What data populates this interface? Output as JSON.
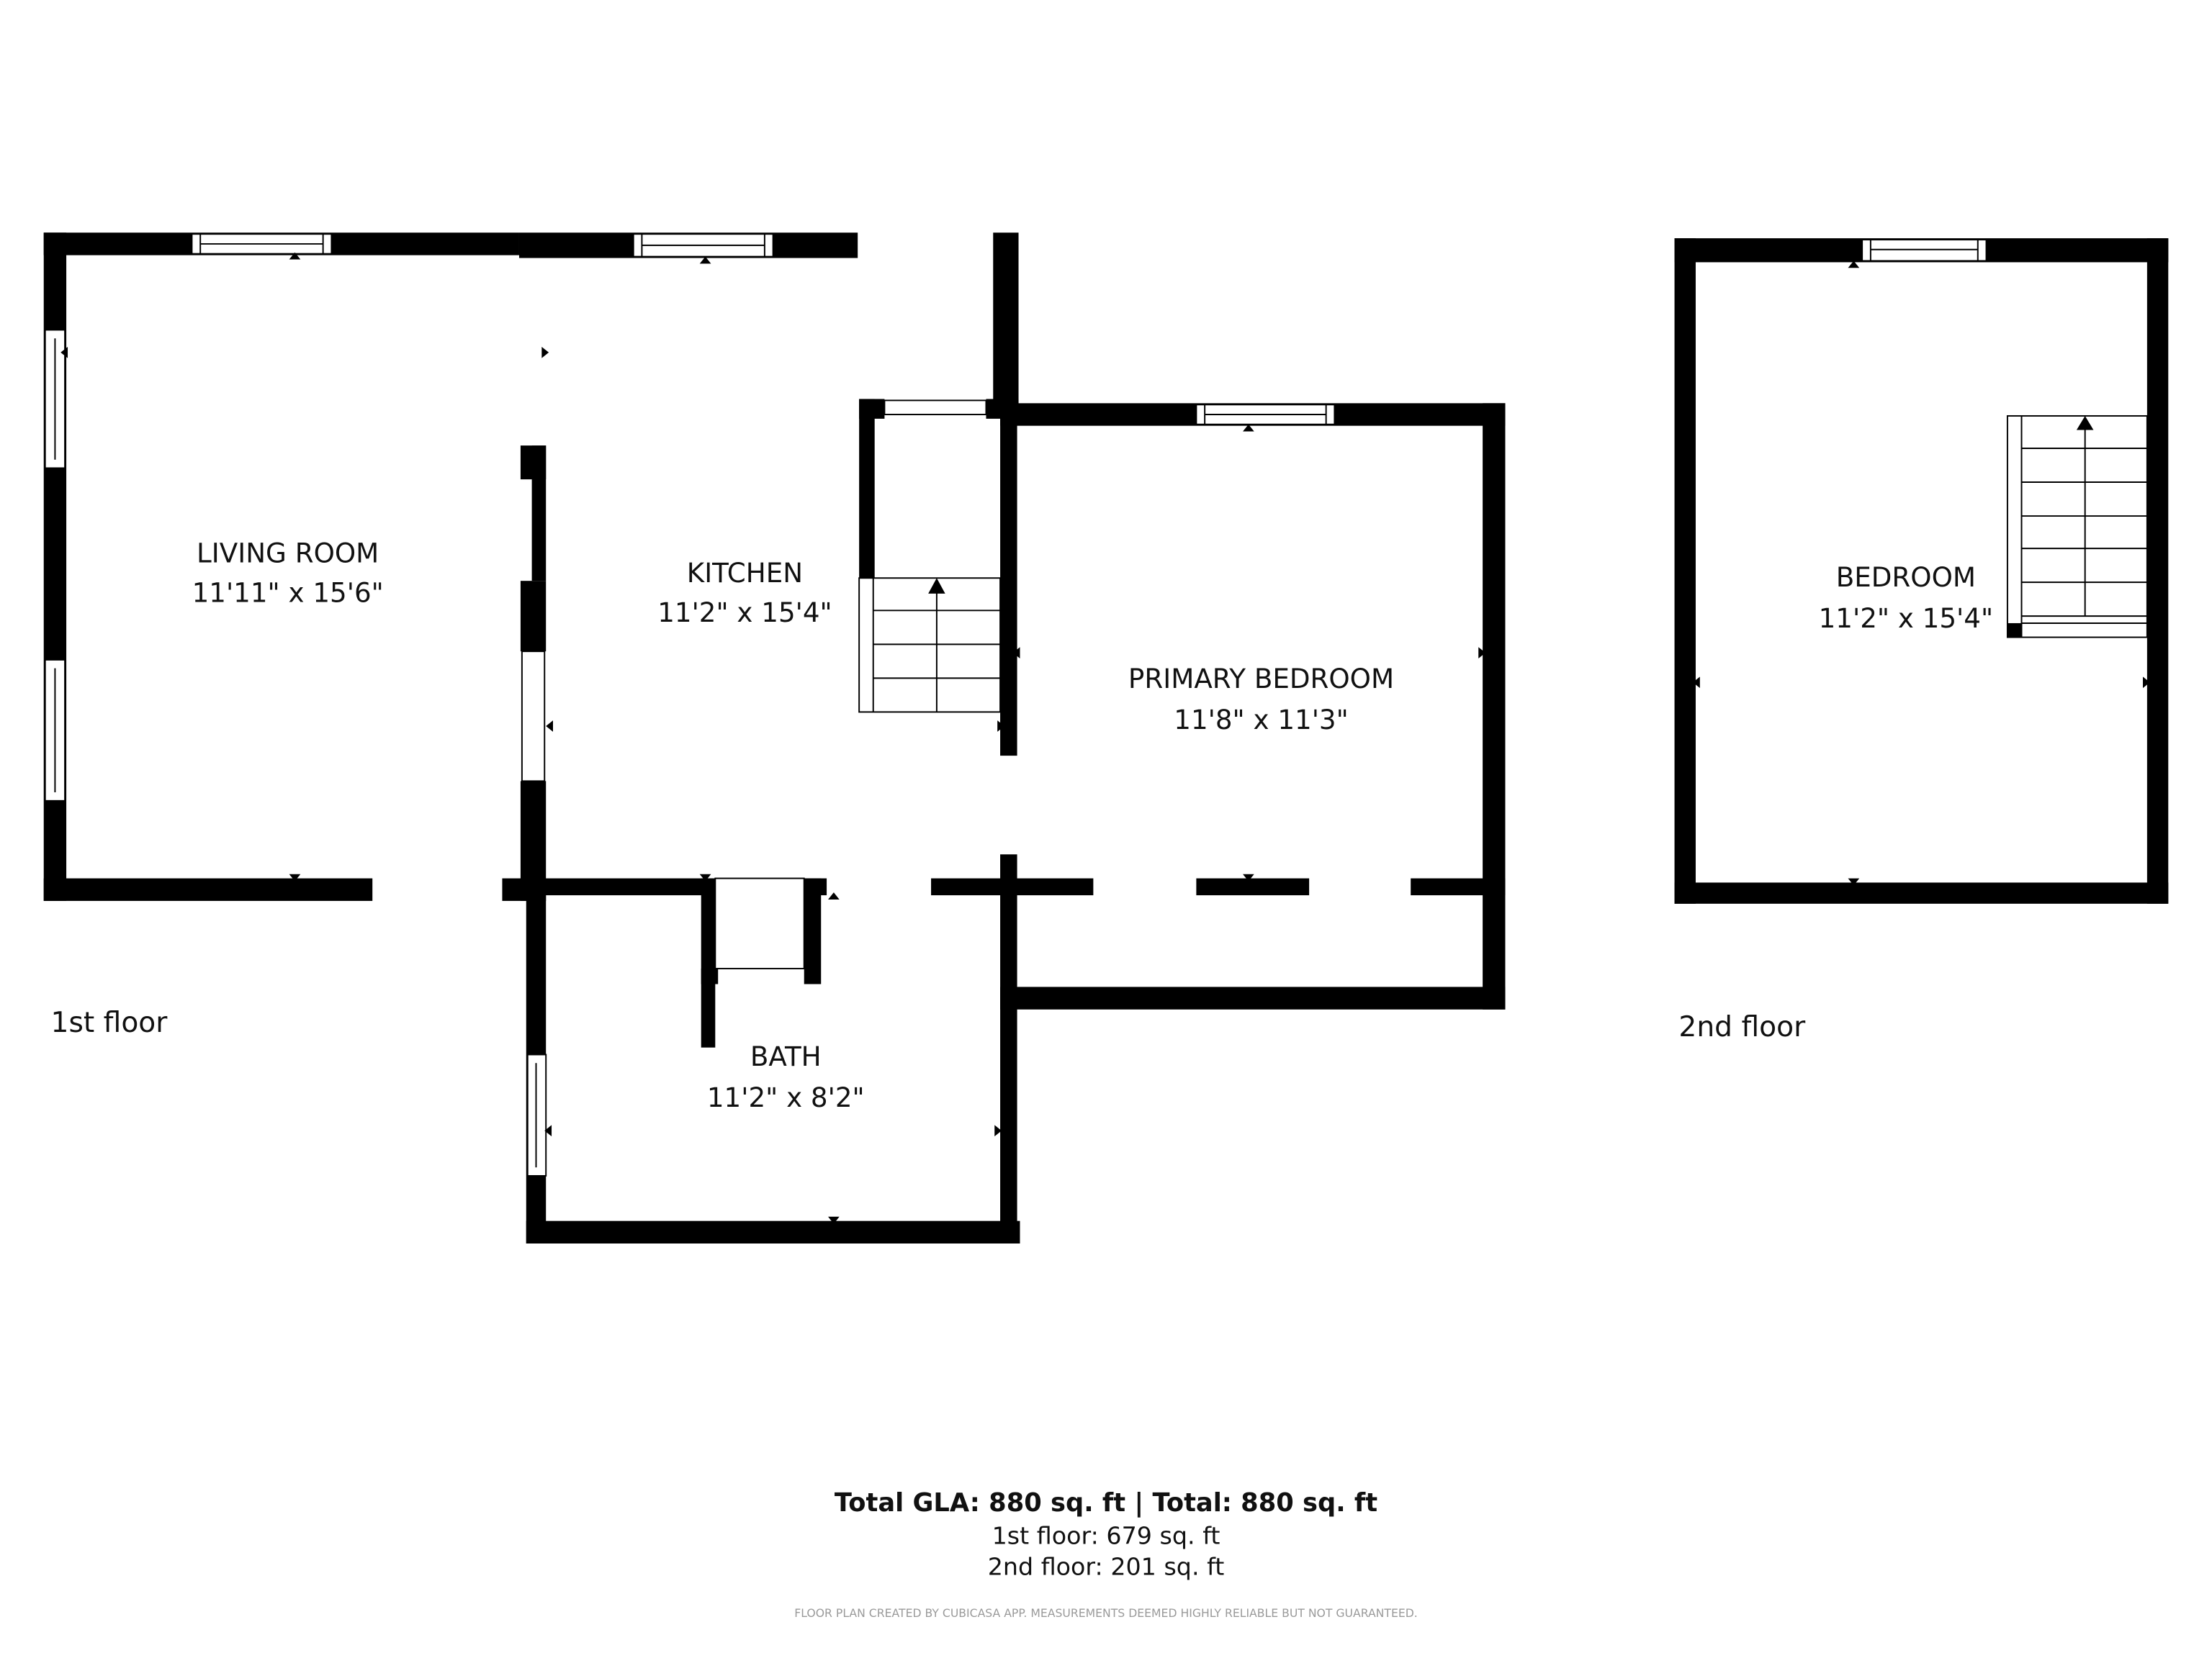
{
  "floors": [
    {
      "label": "1st floor",
      "rooms": [
        {
          "name": "LIVING ROOM",
          "dimensions": "11'11\" x 15'6\""
        },
        {
          "name": "KITCHEN",
          "dimensions": "11'2\" x 15'4\""
        },
        {
          "name": "PRIMARY BEDROOM",
          "dimensions": "11'8\" x 11'3\""
        },
        {
          "name": "BATH",
          "dimensions": "11'2\" x 8'2\""
        }
      ]
    },
    {
      "label": "2nd floor",
      "rooms": [
        {
          "name": "BEDROOM",
          "dimensions": "11'2\" x 15'4\""
        }
      ]
    }
  ],
  "summary": {
    "total": "Total GLA: 880 sq. ft | Total: 880 sq. ft",
    "first_floor": "1st floor: 679 sq. ft",
    "second_floor": "2nd floor: 201 sq. ft"
  },
  "disclaimer": "FLOOR PLAN CREATED BY CUBICASA APP. MEASUREMENTS DEEMED HIGHLY RELIABLE BUT NOT GUARANTEED.",
  "colors": {
    "wall": "#000000",
    "background": "#ffffff",
    "disclaimer": "#9a9a9a"
  }
}
